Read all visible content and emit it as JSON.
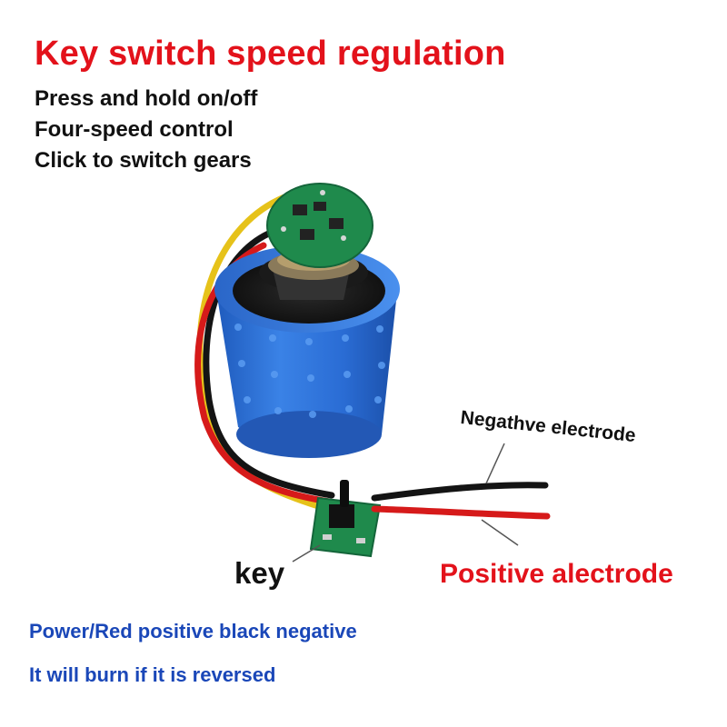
{
  "title": "Key switch speed regulation",
  "features": [
    "Press and hold on/off",
    "Four-speed control",
    "Click to switch gears"
  ],
  "labels": {
    "negative": "Negathve electrode",
    "key": "key",
    "positive": "Positive alectrode"
  },
  "notes": [
    "Power/Red positive black negative",
    "It will burn if it is reversed"
  ],
  "colors": {
    "title_red": "#e3121b",
    "note_blue": "#1a47b8",
    "motor_blue": "#2d6fd6",
    "pcb_green": "#1f8a4c",
    "wire_red": "#d61a1a",
    "wire_black": "#141414",
    "wire_yellow": "#e6c21a"
  }
}
